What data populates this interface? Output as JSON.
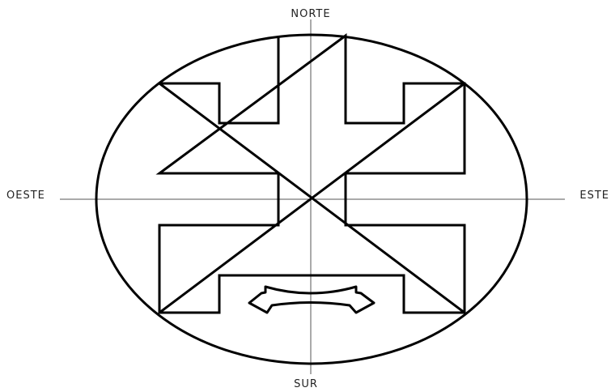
{
  "labels": {
    "north": "NORTE",
    "south": "SUR",
    "west": "OESTE",
    "east": "ESTE"
  },
  "colors": {
    "stroke": "#000000",
    "axis": "#555555",
    "background": "#ffffff"
  }
}
